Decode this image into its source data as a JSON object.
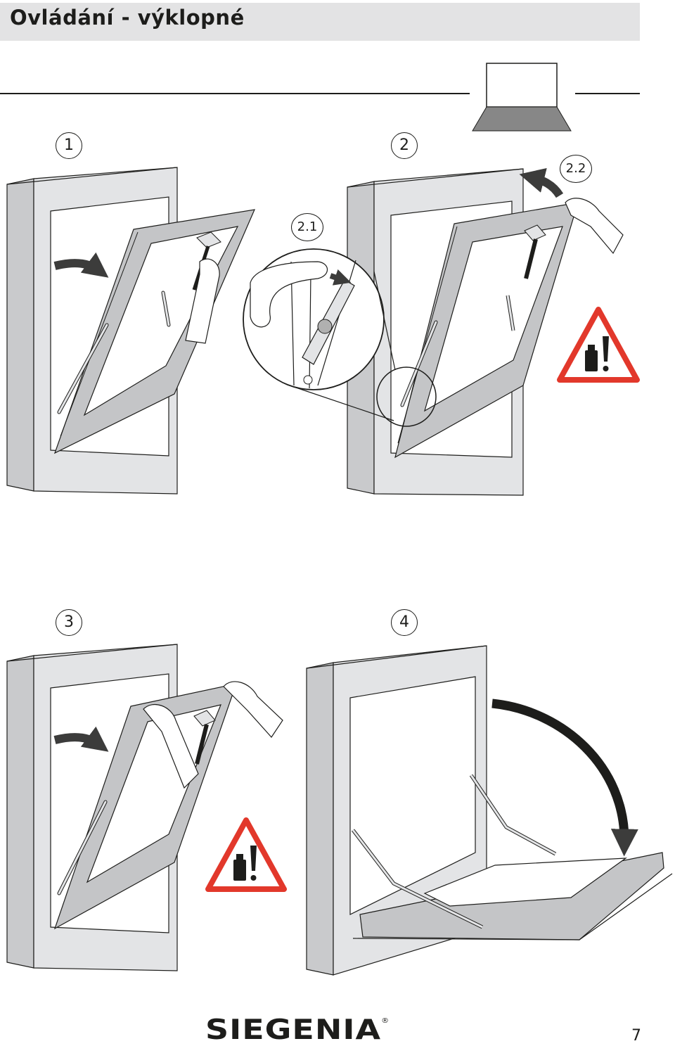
{
  "header": {
    "title": "Ovládání - výklopné"
  },
  "steps": [
    {
      "label": "1"
    },
    {
      "label": "2"
    },
    {
      "label": "3"
    },
    {
      "label": "4"
    }
  ],
  "substeps": [
    {
      "label": "2.1"
    },
    {
      "label": "2.2"
    }
  ],
  "warning_icon": "weight-warning-triangle-icon",
  "colors": {
    "frame": "#e3e4e6",
    "sash": "#c4c5c7",
    "outline": "#1d1d1b",
    "arrow": "#3c3c3b",
    "warning": "#e2382b",
    "header_bar": "#e3e3e4"
  },
  "footer": {
    "brand": "SIEGENIA",
    "trademark": "®",
    "page_number": "7"
  }
}
